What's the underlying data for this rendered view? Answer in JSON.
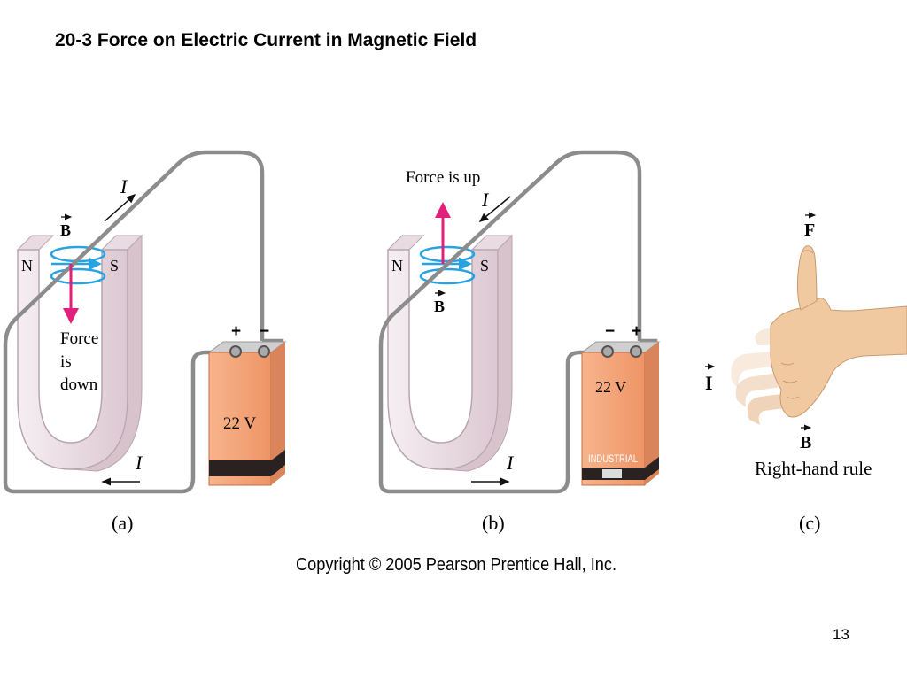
{
  "slide": {
    "title": "20-3 Force on Electric Current in Magnetic Field",
    "page_number": "13",
    "copyright": "Copyright © 2005 Pearson Prentice Hall, Inc."
  },
  "panel_a": {
    "caption": "(a)",
    "magnet_north": "N",
    "magnet_south": "S",
    "field_label": "B",
    "current_label_top": "I",
    "current_label_bottom": "I",
    "force_line1": "Force",
    "force_line2": "is",
    "force_line3": "down",
    "battery_voltage": "22 V",
    "battery_plus": "+",
    "battery_minus": "−"
  },
  "panel_b": {
    "caption": "(b)",
    "magnet_north": "N",
    "magnet_south": "S",
    "field_label": "B",
    "current_label_top": "I",
    "current_label_bottom": "I",
    "force_label": "Force is up",
    "battery_voltage": "22 V",
    "battery_brand": "INDUSTRIAL",
    "battery_minus": "−",
    "battery_plus": "+"
  },
  "panel_c": {
    "caption": "(c)",
    "force_label": "F",
    "current_label": "I",
    "field_label": "B",
    "rule_label": "Right-hand rule"
  },
  "colors": {
    "wire": "#8c8c8c",
    "magnet": "#efe4e9",
    "field_line": "#29a3e0",
    "force_arrow": "#e0207a",
    "battery_body": "#f4a47a",
    "battery_band": "#2a2220",
    "skin": "#f0c9a0"
  }
}
